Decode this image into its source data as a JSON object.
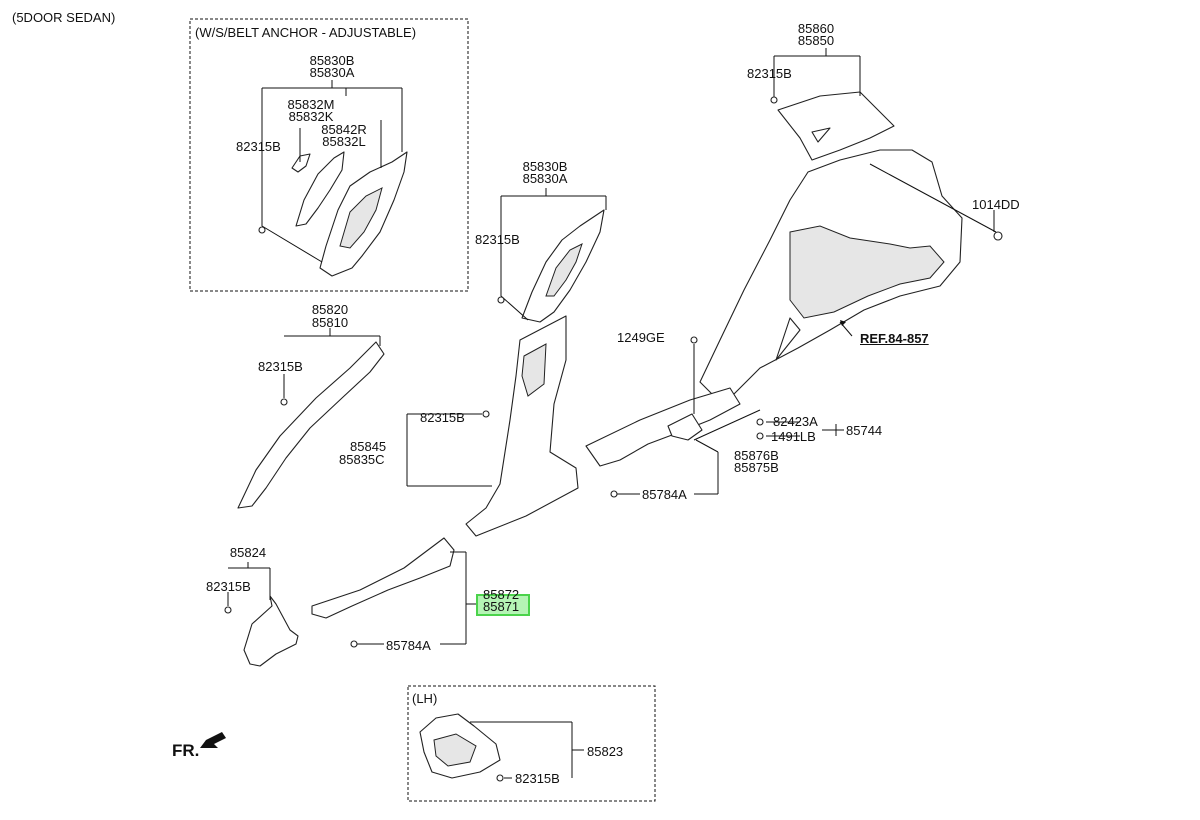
{
  "diagram": {
    "title": "(5DOOR SEDAN)",
    "boxes": {
      "belt_anchor": "(W/S/BELT ANCHOR - ADJUSTABLE)",
      "lh": "(LH)"
    },
    "labels": {
      "p85830B_a": "85830B",
      "p85830A_a": "85830A",
      "p85832M": "85832M",
      "p85832K": "85832K",
      "p85842R": "85842R",
      "p85832L": "85832L",
      "p82315B_a": "82315B",
      "p85860": "85860",
      "p85850": "85850",
      "p82315B_b": "82315B",
      "p1014DD": "1014DD",
      "p85830B_b": "85830B",
      "p85830A_b": "85830A",
      "p82315B_c": "82315B",
      "p85820": "85820",
      "p85810": "85810",
      "p82315B_d": "82315B",
      "p1249GE": "1249GE",
      "ref": "REF.84-857",
      "p82315B_e": "82315B",
      "p85845": "85845",
      "p85835C": "85835C",
      "p82423A": "82423A",
      "p1491LB": "1491LB",
      "p85744": "85744",
      "p85876B": "85876B",
      "p85875B": "85875B",
      "p85784A_a": "85784A",
      "p85824": "85824",
      "p82315B_f": "82315B",
      "p85872": "85872",
      "p85871": "85871",
      "p85784A_b": "85784A",
      "p85823": "85823",
      "p82315B_g": "82315B",
      "fr": "FR."
    }
  }
}
